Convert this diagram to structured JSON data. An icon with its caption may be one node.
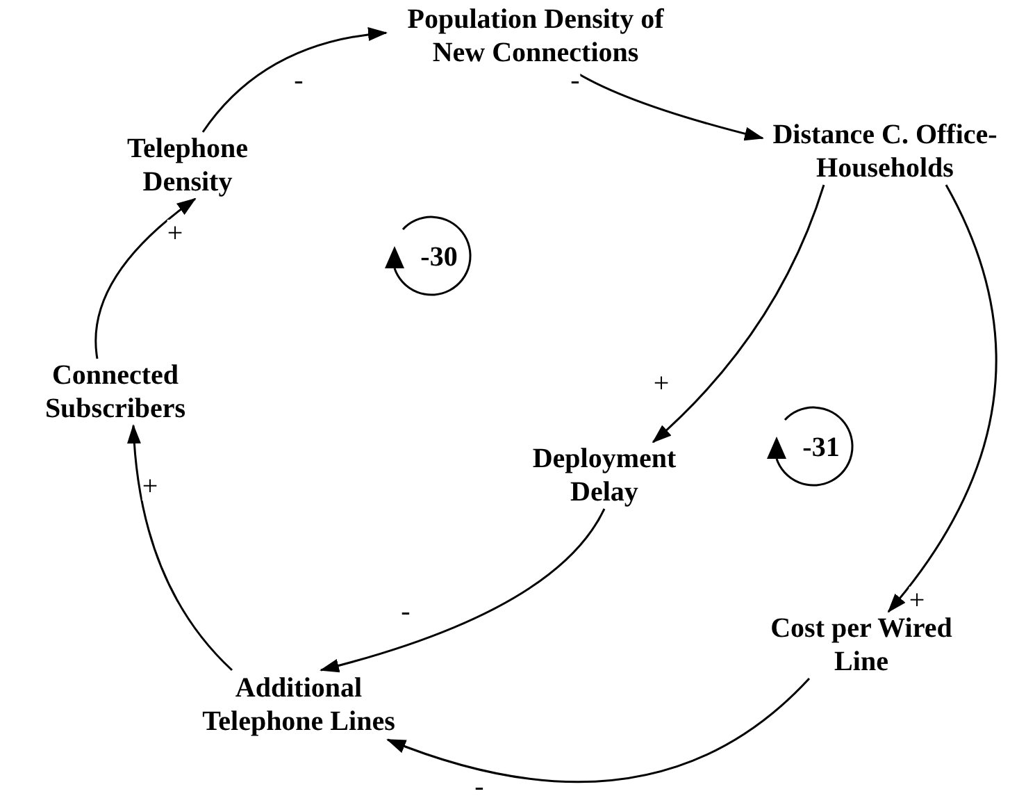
{
  "diagram": {
    "nodes": [
      {
        "text": [
          "Population Density of New Connections"
        ]
      },
      {
        "text": [
          "Distance C. Office-Households"
        ]
      },
      {
        "text": [
          "Deployment Delay"
        ]
      },
      {
        "text": [
          "Cost per Wired Line"
        ]
      },
      {
        "text": [
          "Additional Telephone Lines"
        ]
      },
      {
        "text": [
          "Connected Subscribers"
        ]
      },
      {
        "text": [
          "Telephone Density"
        ]
      }
    ],
    "edges": [
      {
        "from": 0,
        "to": 1,
        "arrow": "to",
        "label": "-"
      },
      {
        "from": 1,
        "to": 2,
        "arrow": "to",
        "label": "+"
      },
      {
        "from": 1,
        "to": 3,
        "arrow": "to",
        "label": "+"
      },
      {
        "from": 2,
        "to": 4,
        "arrow": "to",
        "label": "-"
      },
      {
        "from": 3,
        "to": 4,
        "arrow": "to",
        "label": "-"
      },
      {
        "from": 4,
        "to": 5,
        "arrow": "to",
        "label": "+"
      },
      {
        "from": 5,
        "to": 6,
        "arrow": "to",
        "label": "+"
      },
      {
        "from": 6,
        "to": 0,
        "arrow": "to",
        "label": "-"
      }
    ],
    "labels": [
      "-30",
      "-31"
    ]
  }
}
